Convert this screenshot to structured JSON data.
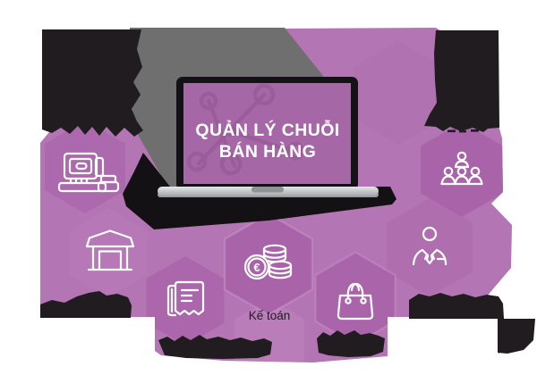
{
  "diagram": {
    "name": "sales-chain-management-infographic",
    "title_line1": "QUẢN LÝ CHUỖI",
    "title_line2": "BÁN HÀNG",
    "accounting_label": "Kế toán",
    "currency_symbol": "€",
    "icons": [
      "pos-terminal",
      "warehouse",
      "invoice-receipt",
      "coins",
      "shopping-bag",
      "salesperson",
      "customer-group",
      "network-share"
    ],
    "colors": {
      "flower_base": "#b375b3",
      "petal_dark": "#a964a9",
      "petal_light": "#bc83bc",
      "screen_purple": "#a667a6",
      "backdrop_gray": "#6f6f6f",
      "blob_black": "#201c20",
      "laptop_bezel": "#141216",
      "base_silver": "#c9cccf",
      "icon_stroke": "#ffffff",
      "label_text": "#1e1e1e"
    }
  }
}
